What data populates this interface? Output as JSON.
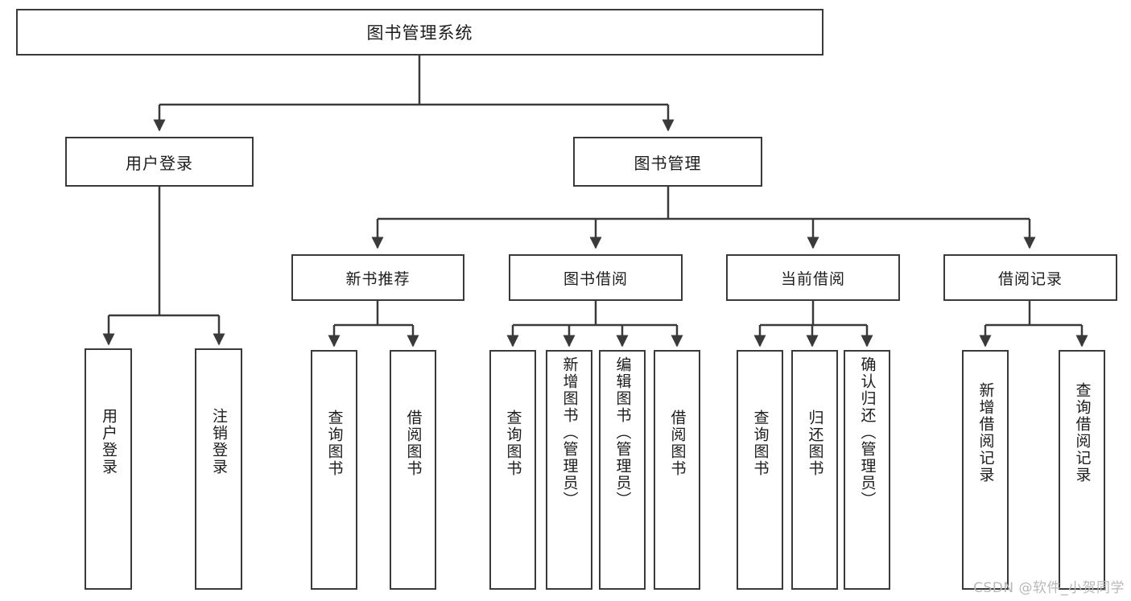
{
  "diagram": {
    "title": "图书管理系统",
    "type": "hierarchy-tree",
    "line_color": "#3a3a3a",
    "box_fill": "#ffffff",
    "text_color": "#1c1c1c",
    "root": {
      "label": "图书管理系统"
    },
    "level1": [
      {
        "label": "用户登录"
      },
      {
        "label": "图书管理"
      }
    ],
    "user_login_leaves": [
      {
        "label": "用户登录"
      },
      {
        "label": "注销登录"
      }
    ],
    "level2": [
      {
        "label": "新书推荐"
      },
      {
        "label": "图书借阅"
      },
      {
        "label": "当前借阅"
      },
      {
        "label": "借阅记录"
      }
    ],
    "new_book_leaves": [
      {
        "label": "查询图书"
      },
      {
        "label": "借阅图书"
      }
    ],
    "borrow_leaves": [
      {
        "label": "查询图书"
      },
      {
        "label": "新增图书（管理员）"
      },
      {
        "label": "编辑图书（管理员）"
      },
      {
        "label": "借阅图书"
      }
    ],
    "current_leaves": [
      {
        "label": "查询图书"
      },
      {
        "label": "归还图书"
      },
      {
        "label": "确认归还（管理员）"
      }
    ],
    "record_leaves": [
      {
        "label": "新增借阅记录"
      },
      {
        "label": "查询借阅记录"
      }
    ]
  },
  "watermark": {
    "text": "CSDN @软件_小贺同学"
  }
}
